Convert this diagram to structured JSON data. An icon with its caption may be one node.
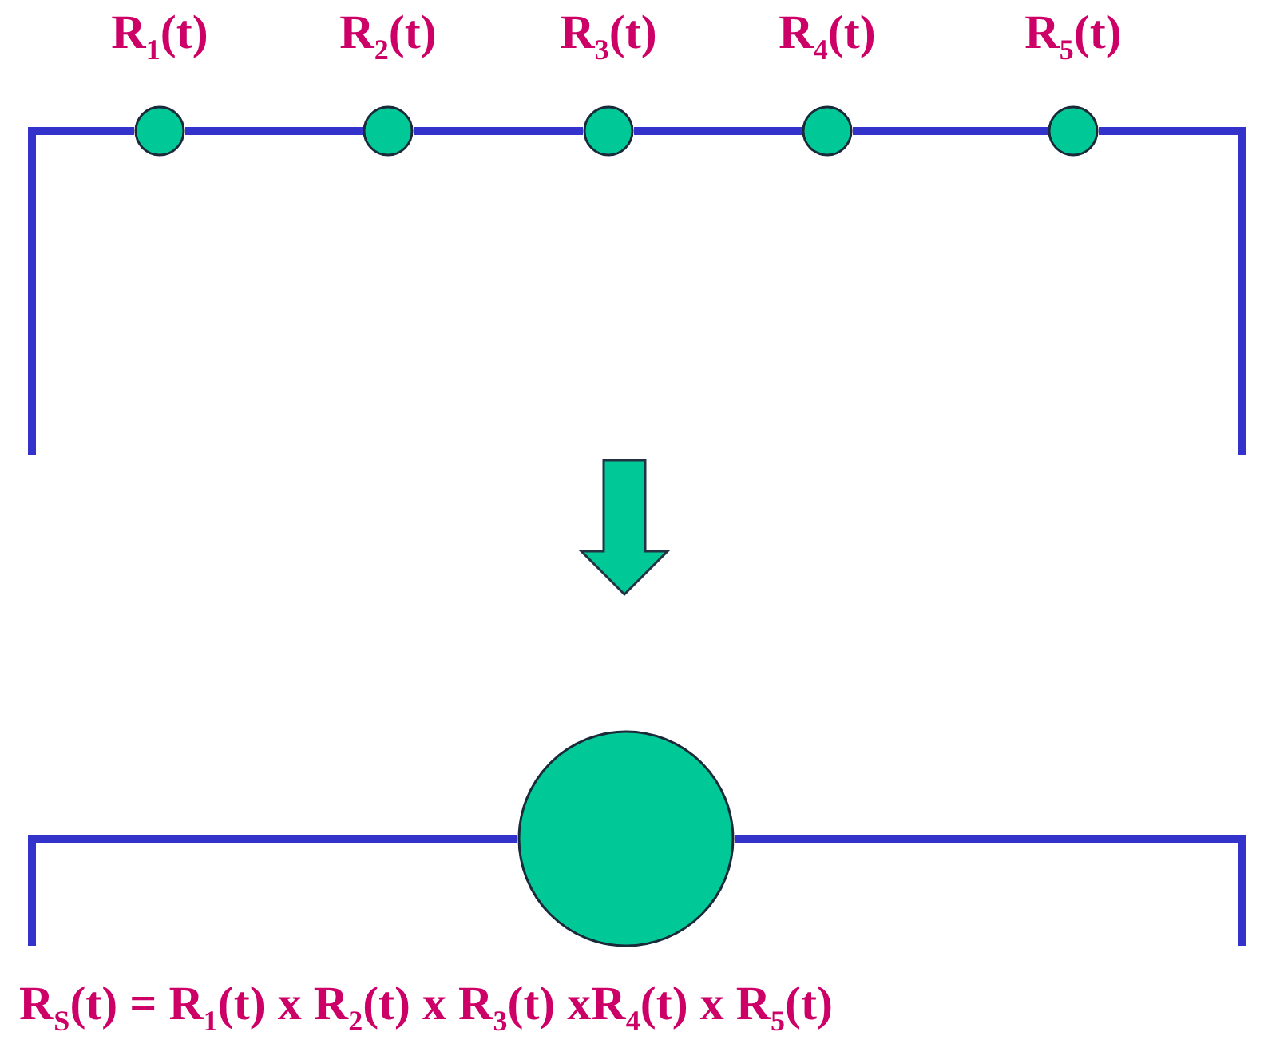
{
  "diagram": {
    "nodes": [
      {
        "text": [
          "R$_{1}$(t)"
        ]
      },
      {
        "text": [
          "R$_{2}$(t)"
        ]
      },
      {
        "text": [
          "R$_{3}$(t)"
        ]
      },
      {
        "text": [
          "R$_{4}$(t)"
        ]
      },
      {
        "text": [
          "R$_{5}$(t)"
        ]
      },
      {
        "text": [],
        "shape": "circle"
      }
    ],
    "edges": [
      {
        "from": null,
        "to": 0,
        "arrow": "none"
      },
      {
        "from": 0,
        "to": 1,
        "arrow": "none"
      },
      {
        "from": 1,
        "to": 2,
        "arrow": "none"
      },
      {
        "from": 2,
        "to": 3,
        "arrow": "none"
      },
      {
        "from": 3,
        "to": 4,
        "arrow": "none"
      },
      {
        "from": 4,
        "to": null,
        "arrow": "none"
      },
      {
        "from": null,
        "to": 5,
        "arrow": "none"
      },
      {
        "from": 5,
        "to": null,
        "arrow": "none"
      }
    ],
    "labels": [
      "R$_{S}$(t) = R$_{1}$(t) x R$_{2}$(t) x R$_{3}$(t) xR$_{4}$(t) x R$_{5}$(t)"
    ]
  }
}
